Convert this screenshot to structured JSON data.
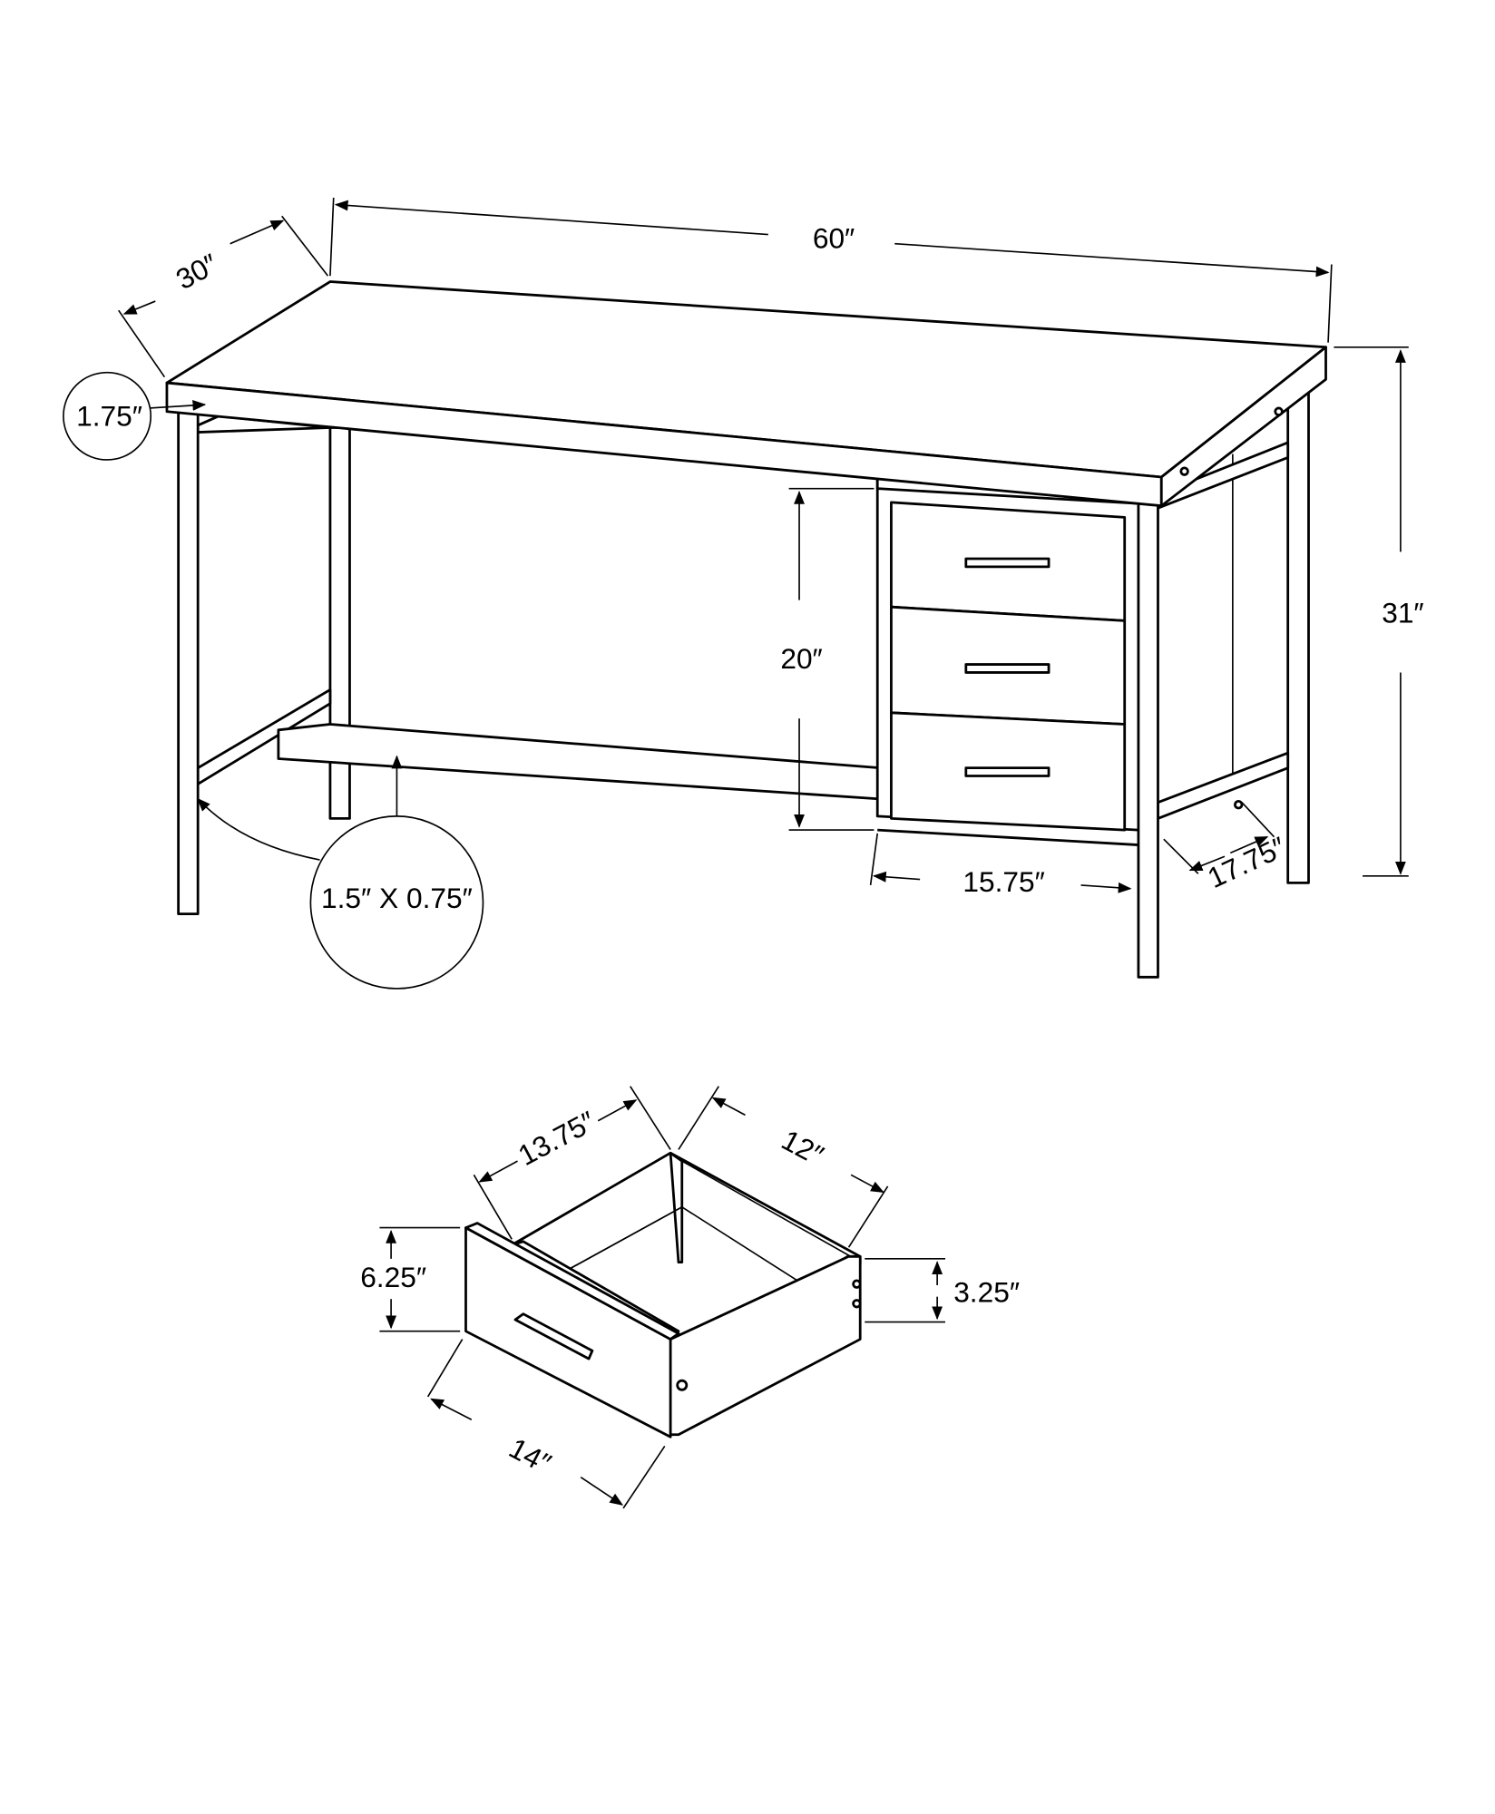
{
  "desk": {
    "width_label": "60″",
    "depth_label": "30″",
    "height_label": "31″",
    "top_thickness_label": "1.75″",
    "leg_profile_label": "1.5″ X 0.75″",
    "cabinet_height_label": "20″",
    "cabinet_width_label": "15.75″",
    "side_depth_label": "17.75″"
  },
  "drawer": {
    "length_label": "13.75″",
    "inner_width_label": "12″",
    "front_height_label": "6.25″",
    "side_height_label": "3.25″",
    "front_width_label": "14″"
  },
  "colors": {
    "line": "#000000",
    "background": "#ffffff"
  }
}
